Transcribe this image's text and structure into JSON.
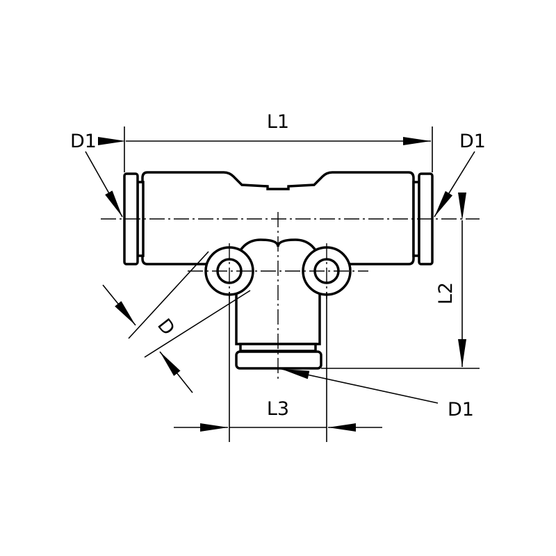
{
  "title": "Push-in T fitting dimension drawing",
  "labels": {
    "l1": "L1",
    "l2": "L2",
    "l3": "L3",
    "d": "D",
    "d1_left": "D1",
    "d1_right": "D1",
    "d1_bottom": "D1"
  },
  "colors": {
    "line": "#000000",
    "background": "#ffffff"
  }
}
